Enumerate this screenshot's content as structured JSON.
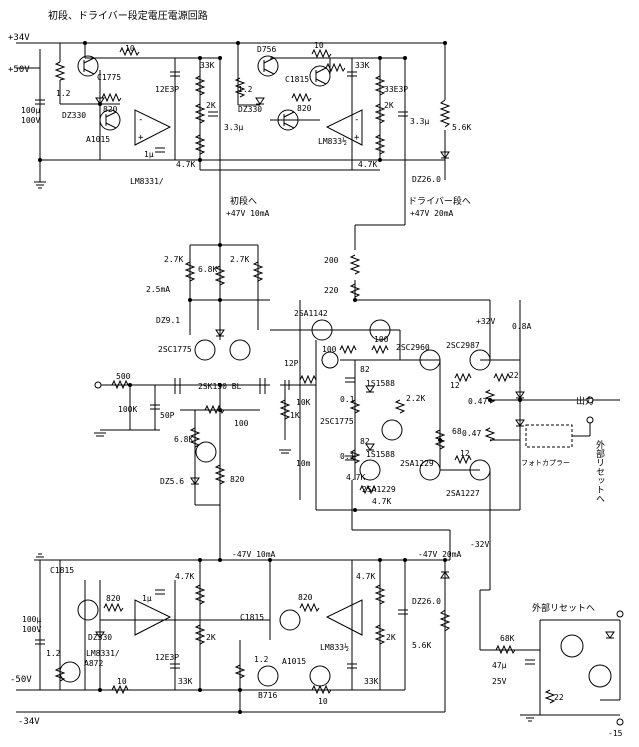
{
  "title": "初段、ドライバー段定電圧電源回路",
  "rails": {
    "top_p34": "+34V",
    "top_p50": "+50V",
    "bot_m50": "-50V",
    "bot_m34": "-34V",
    "m47_left": "-47V 10mA",
    "m47_right": "-47V 20mA",
    "m32": "-32V",
    "m15": "-15"
  },
  "headings": {
    "to_first_stage": "初段へ",
    "to_first_stage_val": "+47V 10mA",
    "to_driver": "ドライバー段へ",
    "to_driver_val": "+47V 20mA",
    "output": "出力",
    "ext_reset": "外部リセットへ",
    "ext_reset_vertical": "外部リセットへ",
    "photocoupler": "フォトカプラー"
  },
  "top_supply": {
    "c_left_a": "100μ",
    "c_left_b": "100V",
    "r_1k2_a": "1.2",
    "r_1k2_b": "1.2",
    "r_10_a": "10",
    "tr_c1775": "C1775",
    "tr_d756": "D756",
    "tr_c1815": "C1815",
    "tr_a1015": "A1015",
    "zd_a": "DZ330",
    "zd_b": "DZ330",
    "r_820_a": "820",
    "r_820_b": "820",
    "cap_12e3p": "12E3P",
    "r_33k_a": "33K",
    "r_33k_b": "33K",
    "r_2k_a": "2K",
    "r_2k_b": "2K",
    "cap_1u": "1μ",
    "cap_3_3u_a": "3.3μ",
    "cap_3_3u_b": "3.3μ",
    "r_4k7_a": "4.7K",
    "r_4k7_b": "4.7K",
    "r_5k6": "5.6K",
    "opamp_a": "LM8331/",
    "opamp_b": "LM833½",
    "zd_26": "DZ26.0",
    "r_10_b": "10",
    "cap_33p": "33E3P"
  },
  "amp": {
    "r_2k7_a": "2.7K",
    "r_2k7_b": "2.7K",
    "r_6k8_a": "6.8K",
    "r_6k8_b": "6.8K",
    "i_2_5ma": "2.5mA",
    "zd_9_1": "DZ9.1",
    "tr_2sc1775": "2SC1775",
    "fet_2sk150": "2SK150 BL",
    "r_500": "500",
    "r_100k_in": "100K",
    "c_50p": "50P",
    "r_100_src": "100",
    "zd_5_6": "DZ5.6",
    "r_820": "820",
    "r_200": "200",
    "r_220": "220",
    "tr_2sa1142": "2SA1142",
    "c_12p": "12P",
    "r_10k": "10K",
    "r_1k": "1K",
    "i_10m": "10m",
    "r_100_a": "100",
    "r_100_b": "100",
    "c_0_1_a": "0.1",
    "c_0_1_b": "0.1",
    "r_82_a": "82",
    "r_82_b": "82",
    "d_1s1588_a": "1S1588",
    "d_1s1588_b": "1S1588",
    "r_2_2k": "2.2K",
    "tr_2sc1775_b": "2SC1775",
    "r_4_7k_a": "4.7K",
    "r_4_7k_b": "4.7K",
    "tr_2sa1229": "2SA1229",
    "tr_2sc2960": "2SC2960",
    "tr_2sc2987": "2SC2987",
    "tr_2sa1227": "2SA1227",
    "v_p32": "+32V",
    "i_0_8a": "0.8A",
    "r_12_a": "12",
    "r_12_b": "12",
    "r_22": "22",
    "r_0_47_a": "0.47",
    "r_0_47_b": "0.47",
    "r_68": "68",
    "tr_2sc2960_b": "2SA1229"
  },
  "bottom_supply": {
    "tr_c1815_a": "C1815",
    "tr_c1815_b": "C1815",
    "c_left_a": "100μ",
    "c_left_b": "100V",
    "r_820_a": "820",
    "zd_a": "DZ330",
    "opamp_a": "LM8331/",
    "opamp_b": "LM833½",
    "cap_1u": "1μ",
    "r_4k7_a": "4.7K",
    "r_4k7_b": "4.7K",
    "r_2k_a": "2K",
    "r_2k_b": "2K",
    "cap_12e3p": "12E3P",
    "r_33k": "33K",
    "r_33k_b": "33K",
    "tr_a872": "A872",
    "tr_a1015": "A1015",
    "tr_b716": "B716",
    "r_1k2_a": "1.2",
    "r_1k2_b": "1.2",
    "r_10_a": "10",
    "r_10_b": "10",
    "zd_26": "DZ26.0",
    "r_5k6": "5.6K",
    "r_820_b": "820"
  },
  "reset": {
    "r_68k": "68K",
    "c_47u": "47μ",
    "c_25v": "25V",
    "r_22": "22"
  }
}
